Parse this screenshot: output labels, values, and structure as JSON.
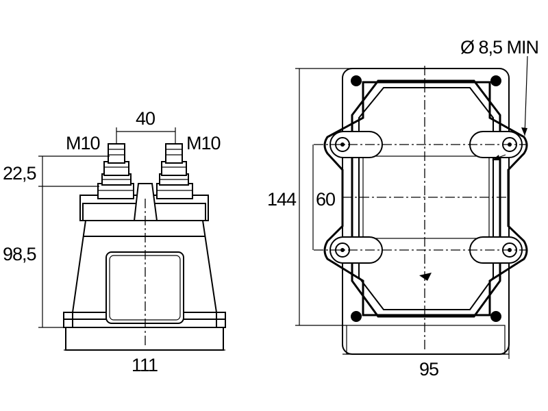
{
  "labels": {
    "top_width": "40",
    "thread_left": "M10",
    "thread_right": "M10",
    "terminal_height": "22,5",
    "body_height": "98,5",
    "base_width": "111",
    "hole_diameter": "Ø 8,5 MIN",
    "overall_length": "144",
    "hole_spacing": "60",
    "plate_width": "95"
  }
}
